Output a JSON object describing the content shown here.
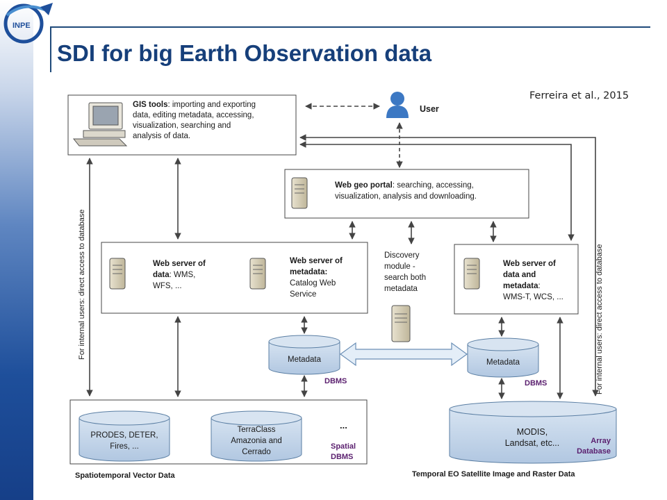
{
  "slide": {
    "title": "SDI for big Earth Observation data",
    "citation": "Ferreira et al., 2015",
    "logo_text": "INPE"
  },
  "diagram": {
    "gis_tools": {
      "bold": "GIS tools",
      "line1": ": importing and exporting",
      "line2": "data, editing metadata, accessing,",
      "line3": "visualization, searching and",
      "line4": "analysis of data."
    },
    "user": "User",
    "web_geo_portal": {
      "bold": "Web geo portal",
      "line1": ": searching, accessing,",
      "line2": "visualization, analysis and downloading."
    },
    "web_server_data": {
      "line1": "Web server of",
      "line2_bold": "data",
      "line2": ": WMS,",
      "line3": "WFS, ..."
    },
    "web_server_metadata": {
      "line1": "Web server of",
      "line2": "metadata:",
      "line3": "Catalog Web",
      "line4": "Service"
    },
    "discovery": [
      "Discovery",
      "module -",
      "search both",
      "metadata"
    ],
    "web_server_data_metadata": {
      "line1": "Web server of",
      "line2": "data and",
      "line3_bold": "metadata",
      "line3": ":",
      "line4": "WMS-T, WCS, ..."
    },
    "metadata_left": "Metadata",
    "metadata_right": "Metadata",
    "dbms_left": "DBMS",
    "dbms_right": "DBMS",
    "prodes": [
      "PRODES, DETER,",
      "Fires, ..."
    ],
    "terraclass": [
      "TerraClass",
      "Amazonia and",
      "Cerrado"
    ],
    "ellipsis": "...",
    "spatial_dbms": [
      "Spatial",
      "DBMS"
    ],
    "modis": [
      "MODIS,",
      "Landsat, etc..."
    ],
    "array_db": [
      "Array",
      "Database"
    ],
    "vector_label": "Spatiotemporal Vector Data",
    "raster_label": "Temporal EO Satellite Image and Raster Data",
    "internal_left": "For internal users: direct access to database",
    "internal_right": "For internal users: direct access to database"
  },
  "colors": {
    "title": "#163f7a",
    "cylinder_fill": "#bcd0e6",
    "cylinder_stroke": "#5a7ea3",
    "dbms_label": "#5a1f6e",
    "sidebar_bottom": "#163f88"
  }
}
